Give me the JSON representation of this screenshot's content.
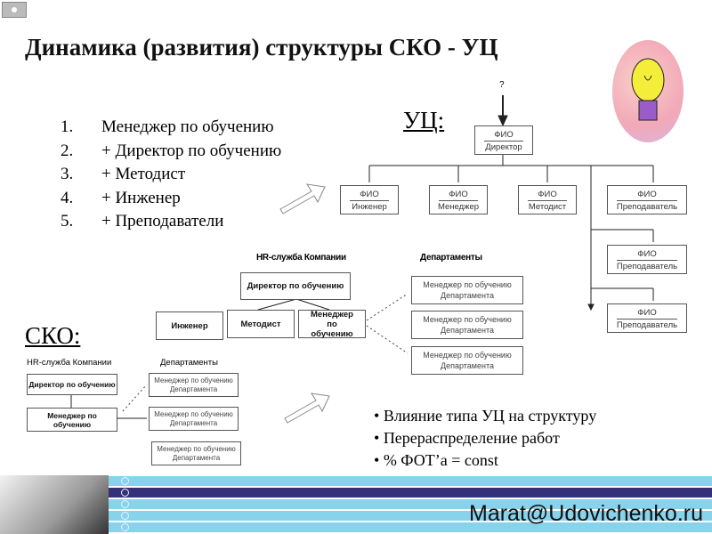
{
  "title": "Динамика (развития) структуры СКО - УЦ",
  "list": [
    {
      "n": "1.",
      "t": "Менеджер по обучению"
    },
    {
      "n": "2.",
      "t": "+ Директор по обучению"
    },
    {
      "n": "3.",
      "t": "+ Методист"
    },
    {
      "n": "4.",
      "t": "+ Инженер"
    },
    {
      "n": "5.",
      "t": "+ Преподаватели"
    }
  ],
  "uc": {
    "label": "УЦ:",
    "question": "?",
    "fio": "ФИО",
    "director": "Директор",
    "engineer": "Инженер",
    "manager": "Менеджер",
    "methodist": "Методист",
    "teacher": "Преподаватель"
  },
  "sko": {
    "label": "СКО:"
  },
  "hr": {
    "title": "HR-служба Компании",
    "depts": "Департаменты",
    "director": "Директор по обучению",
    "engineer": "Инженер",
    "methodist": "Методист",
    "manager": "Менеджер по обучению",
    "dept_manager": "Менеджер по обучению",
    "dept": "Департамента"
  },
  "bullets": [
    "Влияние типа УЦ на структуру",
    "Перераспределение работ",
    " % ФОТ’а = const"
  ],
  "footer": {
    "email": "Marat@Udovichenko.ru"
  },
  "colors": {
    "stripe": "#87d3ec",
    "stripe_active": "#34307a"
  }
}
